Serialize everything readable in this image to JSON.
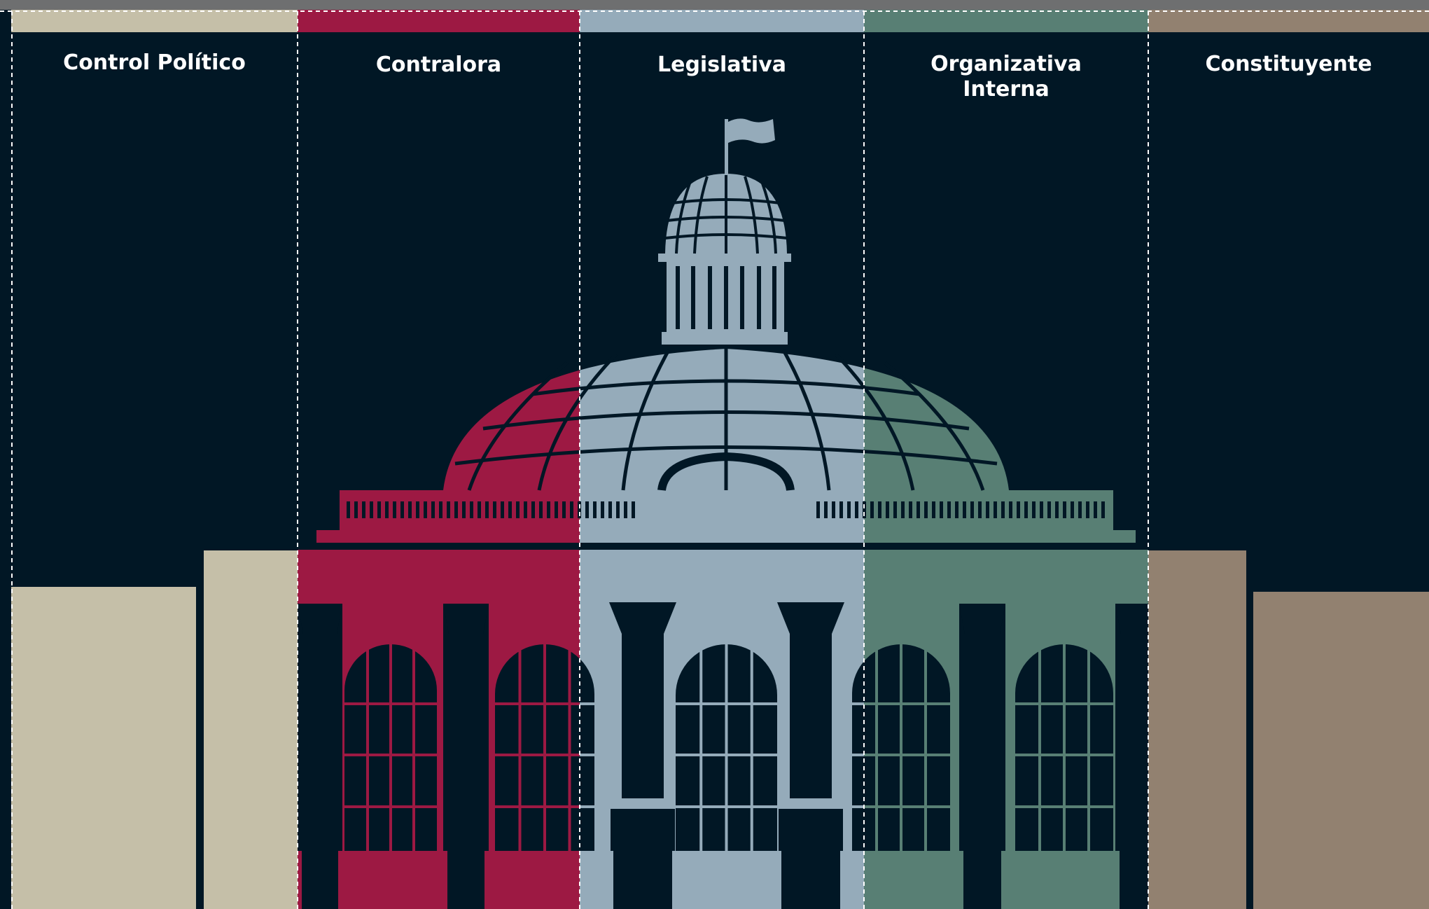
{
  "colors": {
    "background": "#011725",
    "window_frame": "#6e6f70",
    "control_politico": "#c5bfa8",
    "contralora": "#9d1943",
    "legislativa": "#95abba",
    "organizativa_interna": "#587f74",
    "constituyente": "#928170",
    "divider": "#ffffff"
  },
  "columns": [
    {
      "key": "control_politico",
      "label": "Control Político",
      "color": "#c5bfa8"
    },
    {
      "key": "contralora",
      "label": "Contralora",
      "color": "#9d1943"
    },
    {
      "key": "legislativa",
      "label": "Legislativa",
      "color": "#95abba"
    },
    {
      "key": "organizativa_interna",
      "label": "Organizativa\nInterna",
      "color": "#587f74"
    },
    {
      "key": "constituyente",
      "label": "Constituyente",
      "color": "#928170"
    }
  ],
  "icons": {
    "building": "legislative-palace-dome-icon",
    "flag": "flag-icon"
  }
}
